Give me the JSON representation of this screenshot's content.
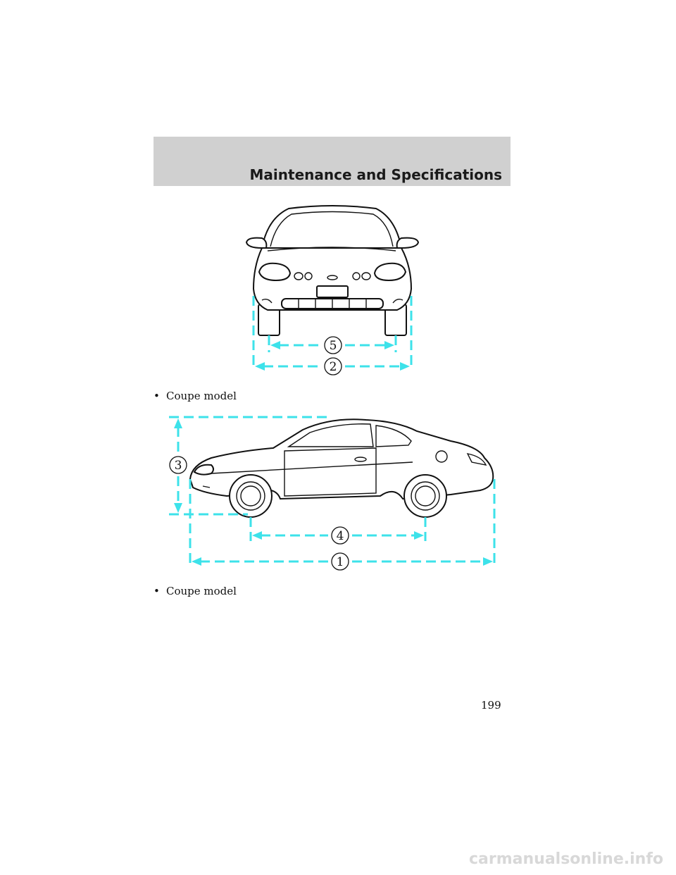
{
  "header": {
    "title": "Maintenance and Specifications"
  },
  "captions": [
    {
      "bullet": "•",
      "text": "Coupe model"
    },
    {
      "bullet": "•",
      "text": "Coupe model"
    }
  ],
  "callouts": {
    "front": [
      "5",
      "2"
    ],
    "side": [
      "3",
      "4",
      "1"
    ]
  },
  "colors": {
    "dimension_line": "#3de2ea",
    "header_band": "#d0d0d0"
  },
  "page_number": "199",
  "watermark": "carmanualsonline.info"
}
